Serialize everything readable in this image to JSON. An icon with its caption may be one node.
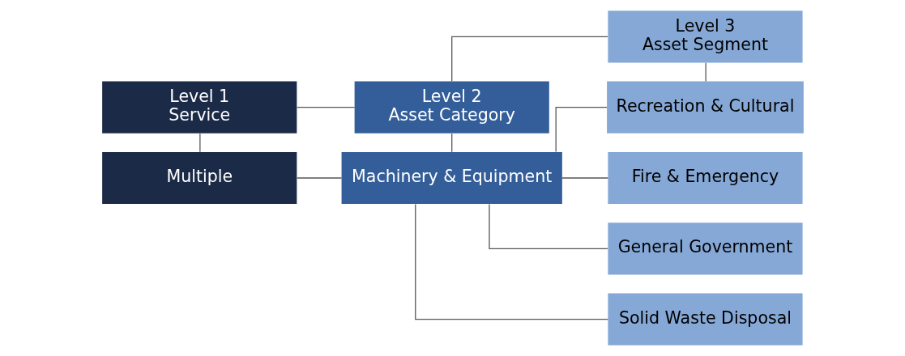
{
  "diagram": {
    "nodes": [
      {
        "text": [
          "Level 1",
          "Service"
        ]
      },
      {
        "text": [
          "Level 2",
          "Asset Category"
        ]
      },
      {
        "text": [
          "Level 3",
          "Asset Segment"
        ]
      },
      {
        "text": [
          "Multiple"
        ]
      },
      {
        "text": [
          "Machinery & Equipment"
        ]
      },
      {
        "text": [
          "Recreation & Cultural"
        ]
      },
      {
        "text": [
          "Fire & Emergency"
        ]
      },
      {
        "text": [
          "General Government"
        ]
      },
      {
        "text": [
          "Solid Waste Disposal"
        ]
      }
    ],
    "edges": [
      {
        "from": 0,
        "to": 1,
        "arrow": "none"
      },
      {
        "from": 1,
        "to": 2,
        "arrow": "none"
      },
      {
        "from": 0,
        "to": 3,
        "arrow": "none"
      },
      {
        "from": 1,
        "to": 4,
        "arrow": "none"
      },
      {
        "from": 2,
        "to": 5,
        "arrow": "none"
      },
      {
        "from": 3,
        "to": 4,
        "arrow": "none"
      },
      {
        "from": 4,
        "to": 5,
        "arrow": "none"
      },
      {
        "from": 4,
        "to": 6,
        "arrow": "none"
      },
      {
        "from": 4,
        "to": 7,
        "arrow": "none"
      },
      {
        "from": 4,
        "to": 8,
        "arrow": "none"
      }
    ]
  }
}
